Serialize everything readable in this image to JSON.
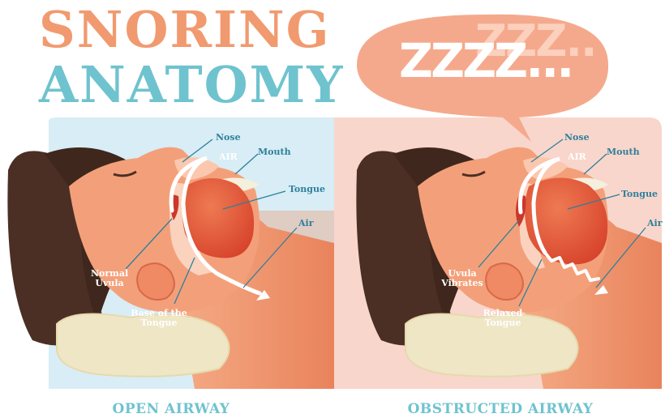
{
  "title": {
    "line1": "SNORING",
    "line2": "ANATOMY"
  },
  "snore_bubble": {
    "text_front": "ZZZZ...",
    "text_back": "ZZZ.."
  },
  "panels": [
    {
      "caption": "OPEN AIRWAY",
      "labels": {
        "nose": "Nose",
        "air_upper": "AIR",
        "mouth": "Mouth",
        "tongue": "Tongue",
        "air_lower": "Air",
        "uvula": "Normal Uvula",
        "tongue_base": "Base of the Tongue"
      }
    },
    {
      "caption": "OBSTRUCTED AIRWAY",
      "labels": {
        "nose": "Nose",
        "air_upper": "AIR",
        "mouth": "Mouth",
        "tongue": "Tongue",
        "air_lower": "Air",
        "uvula": "Uvula Vibrates",
        "tongue_base": "Relaxed Tongue"
      }
    }
  ],
  "colors": {
    "title_orange": "#f19a6f",
    "title_teal": "#6fc3cf",
    "label_blue": "#2f7f9b",
    "left_bg": "#d8edf5",
    "right_bg": "#f8d6cc",
    "skin": "#f3a07a",
    "hair": "#4b2f24",
    "pillow": "#efe6c6",
    "tongue": "#e4593b"
  }
}
